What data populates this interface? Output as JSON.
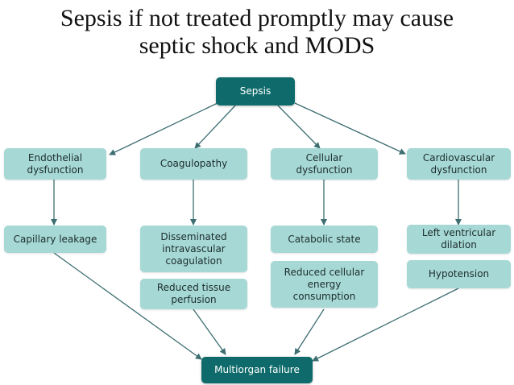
{
  "title": {
    "line1": "Sepsis if not treated promptly may cause",
    "line2": "septic shock and MODS"
  },
  "nodes": {
    "sepsis": "Sepsis",
    "endothelial": "Endothelial\ndysfunction",
    "coagulopathy": "Coagulopathy",
    "cellular": "Cellular\ndysfunction",
    "cardiovascular": "Cardiovascular\ndysfunction",
    "capillary": "Capillary leakage",
    "dic": "Disseminated\nintravascular\ncoagulation",
    "reduced_perfusion": "Reduced tissue\nperfusion",
    "catabolic": "Catabolic state",
    "reduced_energy": "Reduced cellular\nenergy\nconsumption",
    "lv_dilation": "Left ventricular\ndilation",
    "hypotension": "Hypotension",
    "multiorgan": "Multiorgan failure"
  },
  "colors": {
    "root_fill": "#0f6b6b",
    "node_fill": "#a6d9d6",
    "arrow": "#3d6e70"
  }
}
